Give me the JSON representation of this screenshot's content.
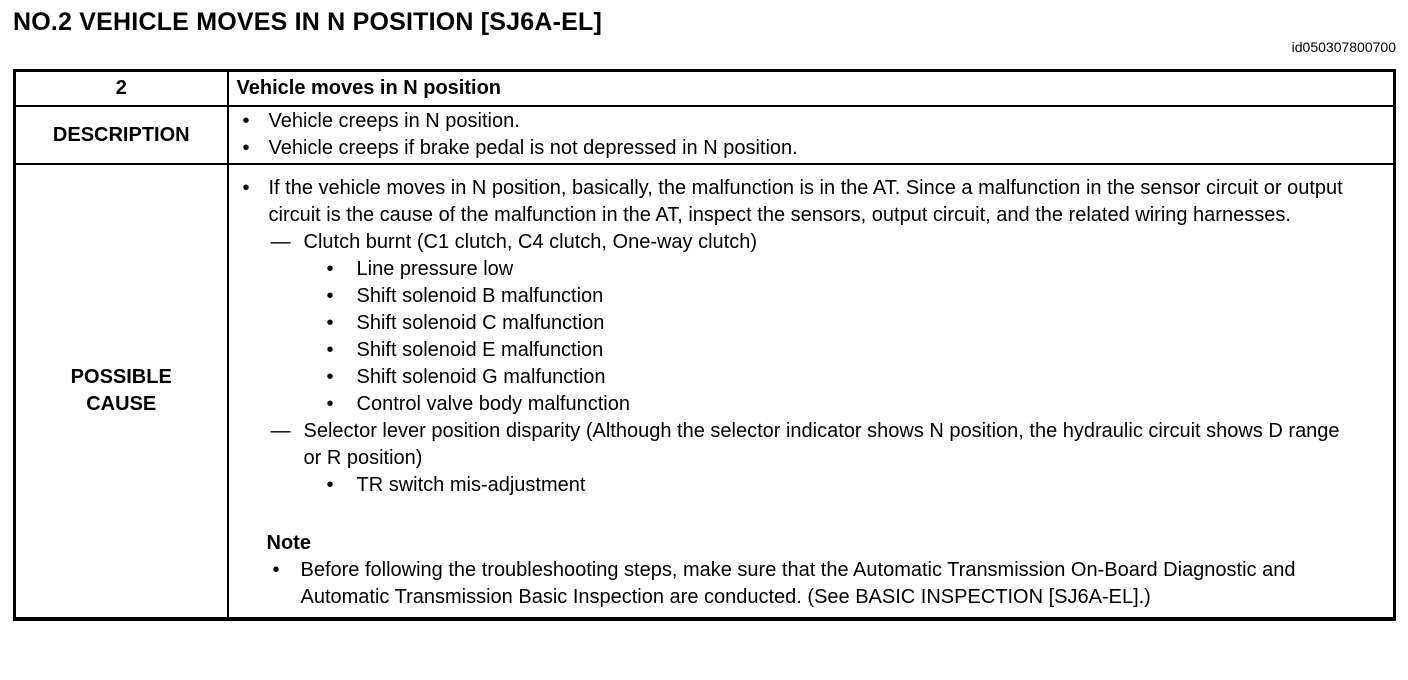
{
  "page": {
    "title": "NO.2 VEHICLE MOVES IN N POSITION [SJ6A-EL]",
    "doc_id": "id050307800700"
  },
  "table": {
    "row_number": "2",
    "row_title": "Vehicle moves in N position",
    "description": {
      "label": "DESCRIPTION",
      "bullets": [
        "Vehicle creeps in N position.",
        "Vehicle creeps if brake pedal is not depressed in N position."
      ]
    },
    "possible_cause": {
      "label_lines": [
        "POSSIBLE",
        "CAUSE"
      ],
      "intro": "If the vehicle moves in N position, basically, the malfunction is in the AT. Since a malfunction in the sensor circuit or output circuit is the cause of the malfunction in the AT, inspect the sensors, output circuit, and the related wiring harnesses.",
      "dash_items": [
        {
          "text": "Clutch burnt (C1 clutch, C4 clutch, One-way clutch)",
          "sub_bullets": [
            "Line pressure low",
            "Shift solenoid B malfunction",
            "Shift solenoid C malfunction",
            "Shift solenoid E malfunction",
            "Shift solenoid G malfunction",
            "Control valve body malfunction"
          ]
        },
        {
          "text": "Selector lever position disparity (Although the selector indicator shows N position, the hydraulic circuit shows D range or R position)",
          "sub_bullets": [
            "TR switch mis-adjustment"
          ]
        }
      ],
      "note": {
        "heading": "Note",
        "bullets": [
          "Before following the troubleshooting steps, make sure that the Automatic Transmission On-Board Diagnostic and Automatic Transmission Basic Inspection are conducted. (See BASIC INSPECTION [SJ6A-EL].)"
        ]
      }
    }
  }
}
